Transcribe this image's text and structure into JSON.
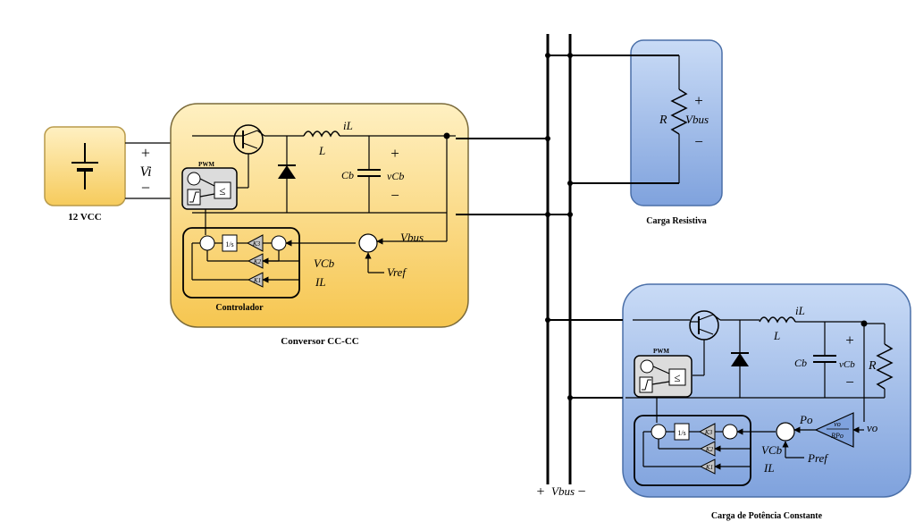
{
  "colors": {
    "converter_fill": "#f8d074",
    "converter_edge": "#7a6a3a",
    "source_fill": "#f7d57d",
    "load_fill": "#8fb0e6",
    "load_edge": "#4a6fa8",
    "block_fill": "#c5c5c5"
  },
  "source": {
    "title": "12 VCC",
    "plus": "+",
    "minus": "−",
    "voltage": "Vi"
  },
  "converter": {
    "title": "Conversor CC-CC",
    "pwm": "PWM",
    "controller": "Controlador",
    "inductor": "L",
    "current": "iL",
    "capacitor": "Cb",
    "cap_voltage": "vCb",
    "plus": "+",
    "minus": "−",
    "vbus": "Vbus",
    "vref": "Vref",
    "feedback_vc": "VCb",
    "feedback_il": "IL",
    "gain1": "K1",
    "gain2": "K2",
    "gain3": "K3",
    "integrator": "1/s",
    "compare": "≤"
  },
  "bus": {
    "label": "Vbus",
    "plus": "+",
    "minus": "−"
  },
  "resistive_load": {
    "title": "Carga Resistiva",
    "resistor": "R",
    "voltage": "Vbus",
    "plus": "+",
    "minus": "−"
  },
  "cpl": {
    "title": "Carga de Potência Constante",
    "pwm": "PWM",
    "inductor": "L",
    "current": "iL",
    "capacitor": "Cb",
    "cap_voltage": "vCb",
    "resistor": "R",
    "plus": "+",
    "minus": "−",
    "power": "Po",
    "gain_num": "vo",
    "gain_den": "RPo",
    "vo": "vo",
    "pref": "Pref",
    "feedback_vc": "VCb",
    "feedback_il": "IL",
    "gain1": "K1",
    "gain2": "K2",
    "gain3": "K3",
    "compare": "≤"
  }
}
